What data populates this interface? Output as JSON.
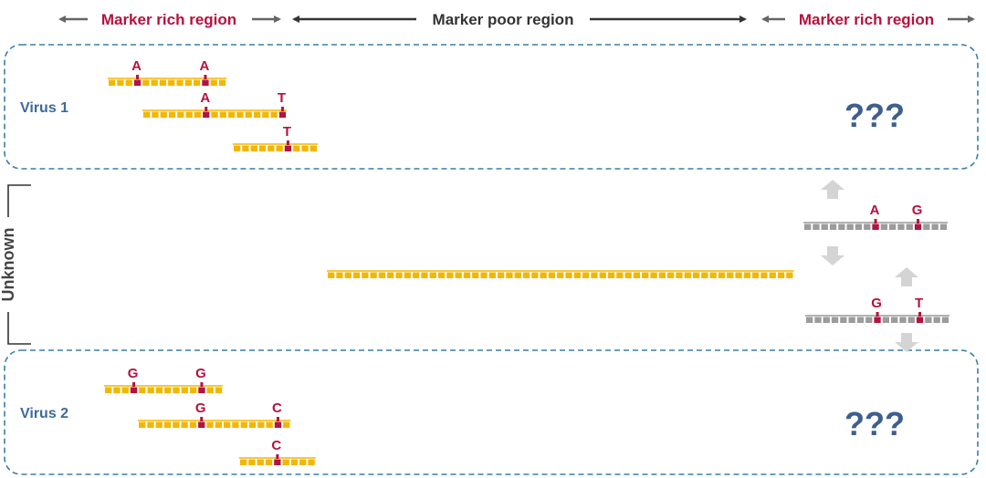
{
  "header": {
    "left_label": "Marker rich region",
    "center_label": "Marker poor region",
    "right_label": "Marker rich region"
  },
  "virus1": {
    "label": "Virus 1",
    "unknown_mark": "???"
  },
  "virus2": {
    "label": "Virus 2",
    "unknown_mark": "???"
  },
  "side_label": "Unknown",
  "reads": {
    "virus1_read1": [
      "A",
      "A"
    ],
    "virus1_read2": [
      "A",
      "T"
    ],
    "virus1_read3": [
      "T"
    ],
    "virus2_read1": [
      "G",
      "G"
    ],
    "virus2_read2": [
      "G",
      "C"
    ],
    "virus2_read3": [
      "C"
    ],
    "unknown_upper": [
      "A",
      "G"
    ],
    "unknown_lower": [
      "G",
      "T"
    ]
  },
  "colors": {
    "read": "#f2b705",
    "marker": "#b5123e",
    "gray_read": "#9c9c9c",
    "box_border": "#3a7ea6",
    "label_blue": "#3d6a99"
  }
}
